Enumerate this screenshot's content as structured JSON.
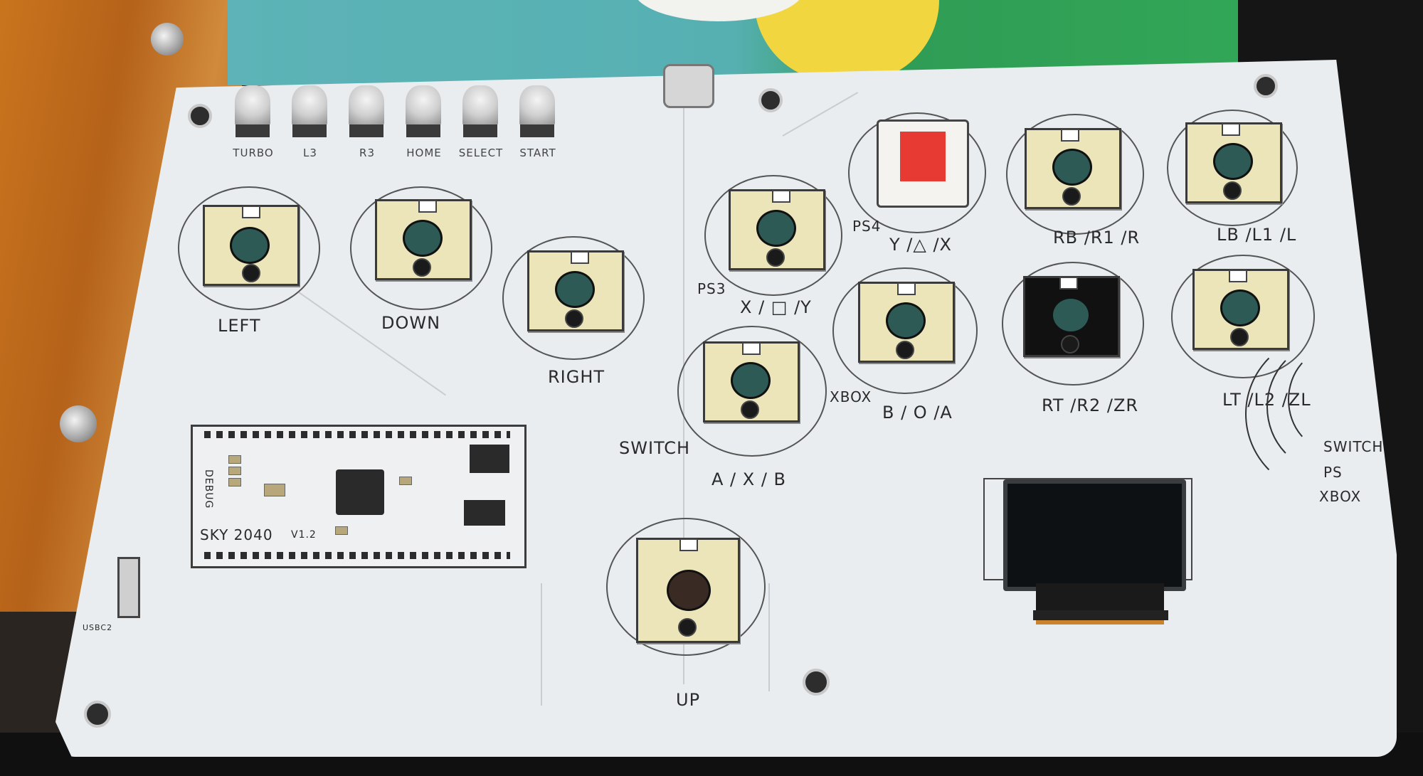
{
  "board": {
    "name": "SKY 2040",
    "version": "V1.2",
    "debug_label": "DEBUG",
    "usb_label": "USBC2"
  },
  "function_buttons": [
    "TURBO",
    "L3",
    "R3",
    "HOME",
    "SELECT",
    "START"
  ],
  "direction_buttons": {
    "left": "LEFT",
    "down": "DOWN",
    "right": "RIGHT",
    "up": "UP"
  },
  "face_buttons": {
    "x_sq_y": "X / □ /Y",
    "y_tri_x": "Y /△ /X",
    "rb": "RB /R1 /R",
    "lb": "LB /L1 /L",
    "a_x_b": "A / X  / B",
    "b_o_a": "B / O /A",
    "rt": "RT /R2 /ZR",
    "lt": "LT /L2 /ZL"
  },
  "platform_labels": {
    "ps3": "PS3",
    "ps4": "PS4",
    "xbox": "XBOX",
    "switch": "SWITCH"
  },
  "legend": [
    "SWITCH",
    "PS",
    "XBOX"
  ],
  "colors": {
    "pcb": "#e9edf0",
    "socket": "#ece5b9",
    "switch_stem": "#e73a32"
  }
}
